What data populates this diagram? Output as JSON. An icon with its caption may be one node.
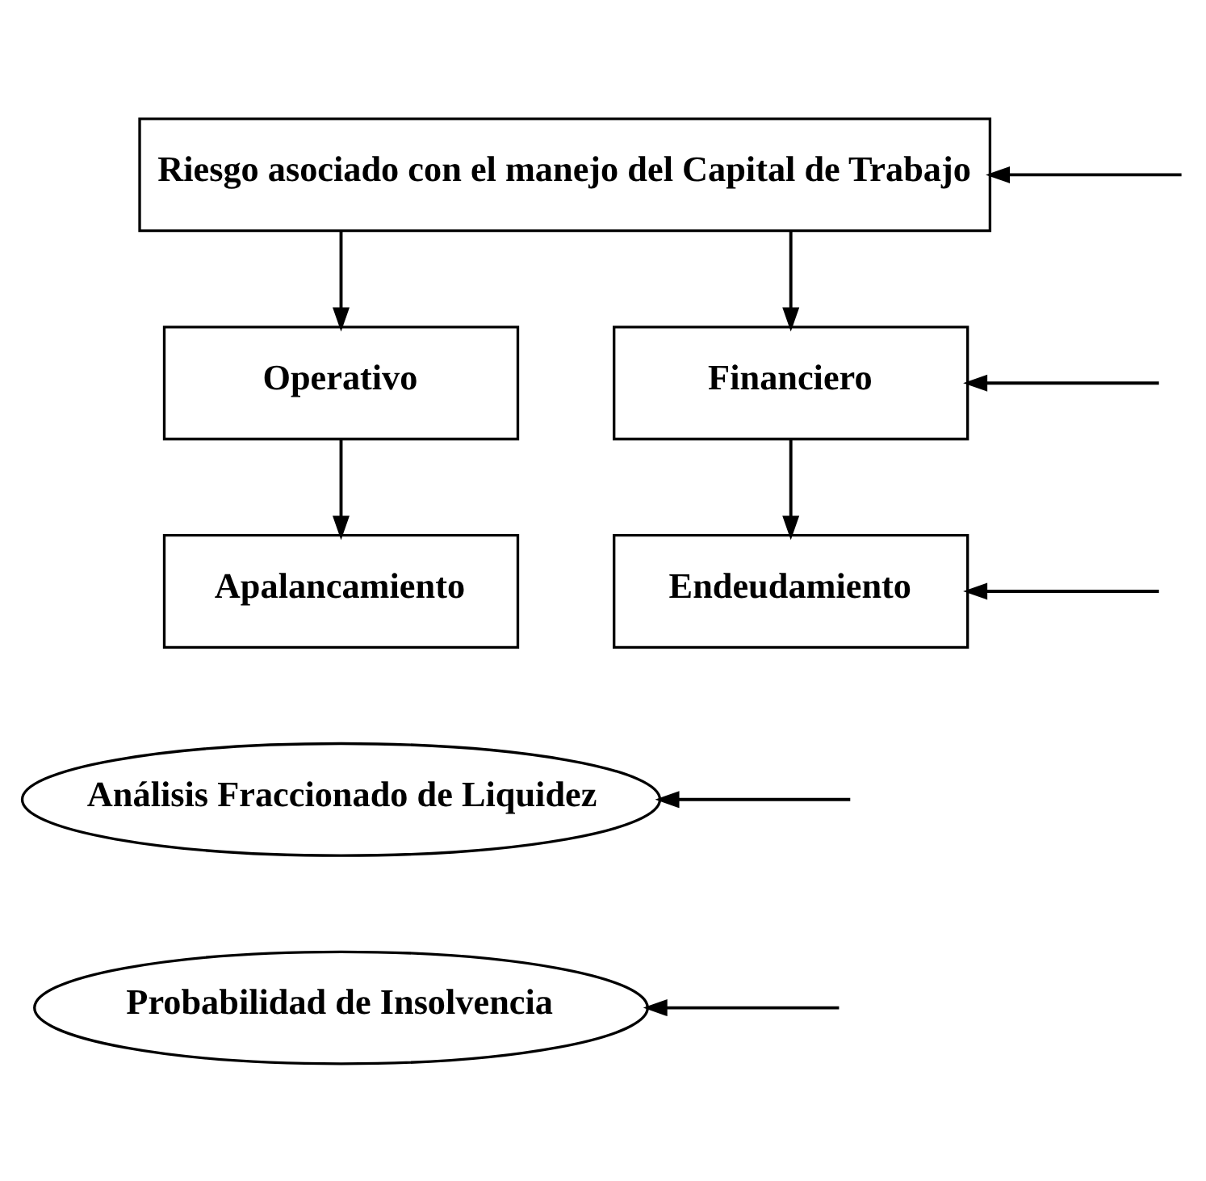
{
  "diagram": {
    "nodes": [
      {
        "text": [
          "Riesgo asociado con el manejo del Capital de Trabajo"
        ]
      },
      {
        "text": [
          "Operativo"
        ]
      },
      {
        "text": [
          "Financiero"
        ]
      },
      {
        "text": [
          "Apalancamiento"
        ]
      },
      {
        "text": [
          "Endeudamiento"
        ]
      },
      {
        "text": [
          "Análisis Fraccionado de Liquidez"
        ]
      },
      {
        "text": [
          "Probabilidad de Insolvencia"
        ]
      }
    ],
    "edges": [
      {
        "from": 0,
        "to": 1,
        "arrow": "to"
      },
      {
        "from": 0,
        "to": 2,
        "arrow": "to"
      },
      {
        "from": 1,
        "to": 3,
        "arrow": "to"
      },
      {
        "from": 2,
        "to": 4,
        "arrow": "to"
      },
      {
        "from": null,
        "to": 0,
        "arrow": "to"
      },
      {
        "from": null,
        "to": 2,
        "arrow": "to"
      },
      {
        "from": null,
        "to": 4,
        "arrow": "to"
      },
      {
        "from": null,
        "to": 5,
        "arrow": "to"
      },
      {
        "from": null,
        "to": 6,
        "arrow": "to"
      }
    ]
  }
}
